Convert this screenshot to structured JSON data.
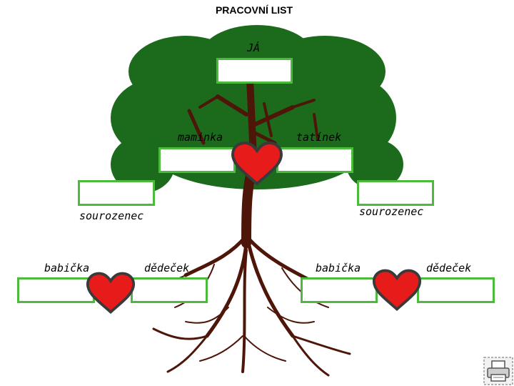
{
  "worksheet": {
    "title": "PRACOVNÍ LIST",
    "me_label": "JÁ",
    "mother_label": "maminka",
    "father_label": "tatínek",
    "sibling_left_label": "sourozenec",
    "sibling_right_label": "sourozenec",
    "grandmother_left_label": "babička",
    "grandfather_left_label": "dědeček",
    "grandmother_right_label": "babička",
    "grandfather_right_label": "dědeček"
  },
  "colors": {
    "canopy": "#1c6b1c",
    "trunk": "#4e1608",
    "box_border": "#4cbb3d",
    "heart_fill": "#e81b1b",
    "heart_outline": "#3a3a3a"
  },
  "icons": {
    "print": "printer-icon",
    "heart": "heart-icon"
  }
}
